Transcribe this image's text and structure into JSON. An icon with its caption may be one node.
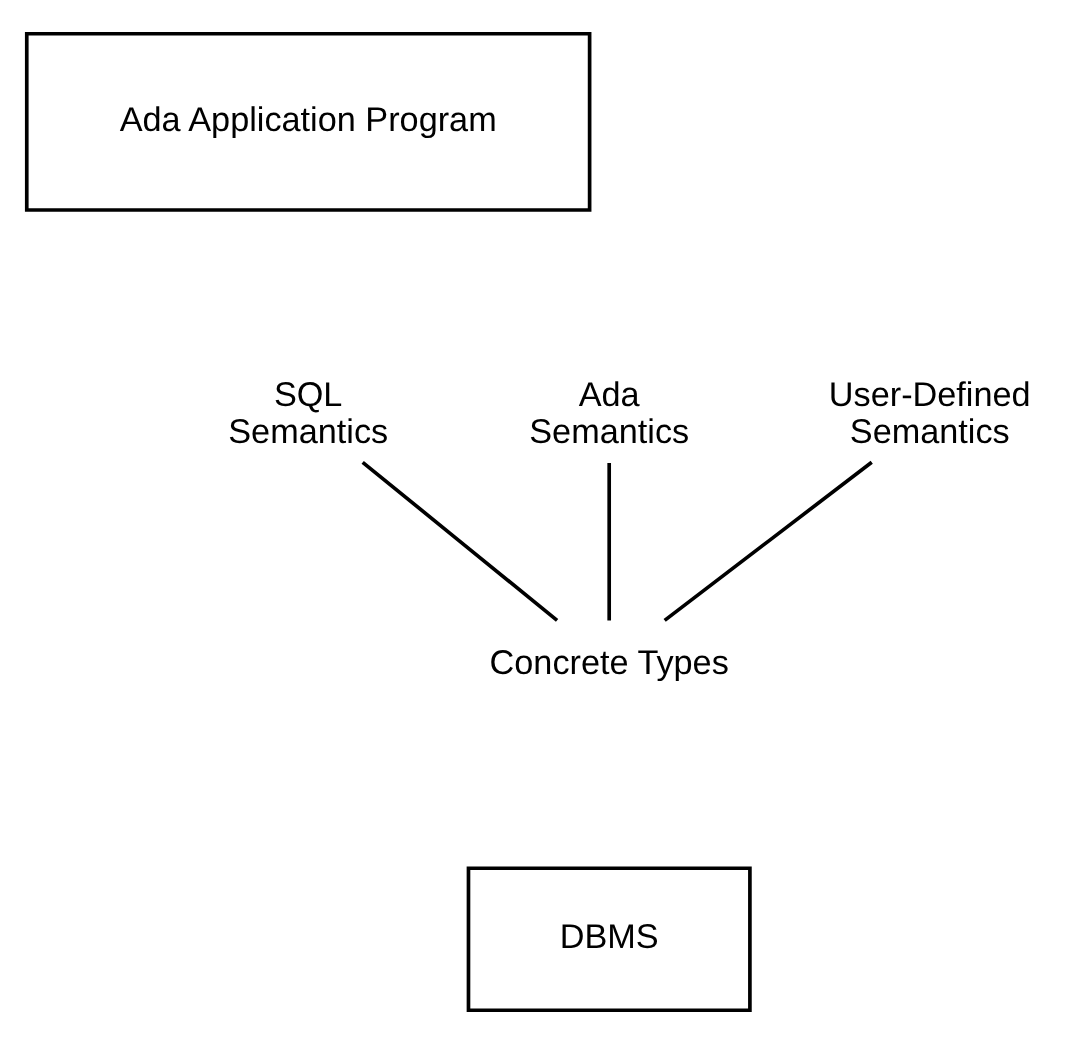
{
  "diagram": {
    "nodes": [
      {
        "text": [
          "Ada Application Program"
        ]
      },
      {
        "text": [
          "Ada Semantics"
        ]
      },
      {
        "text": [
          "SQL Semantics"
        ]
      },
      {
        "text": [
          "User-Defined Semantics"
        ]
      },
      {
        "text": [
          "Concrete Types"
        ]
      },
      {
        "text": [
          "DBMS"
        ]
      }
    ],
    "edges": [
      {
        "from": 1,
        "to": 4,
        "arrow": "none"
      },
      {
        "from": 2,
        "to": 4,
        "arrow": "none"
      },
      {
        "from": 3,
        "to": 4,
        "arrow": "none"
      }
    ]
  }
}
